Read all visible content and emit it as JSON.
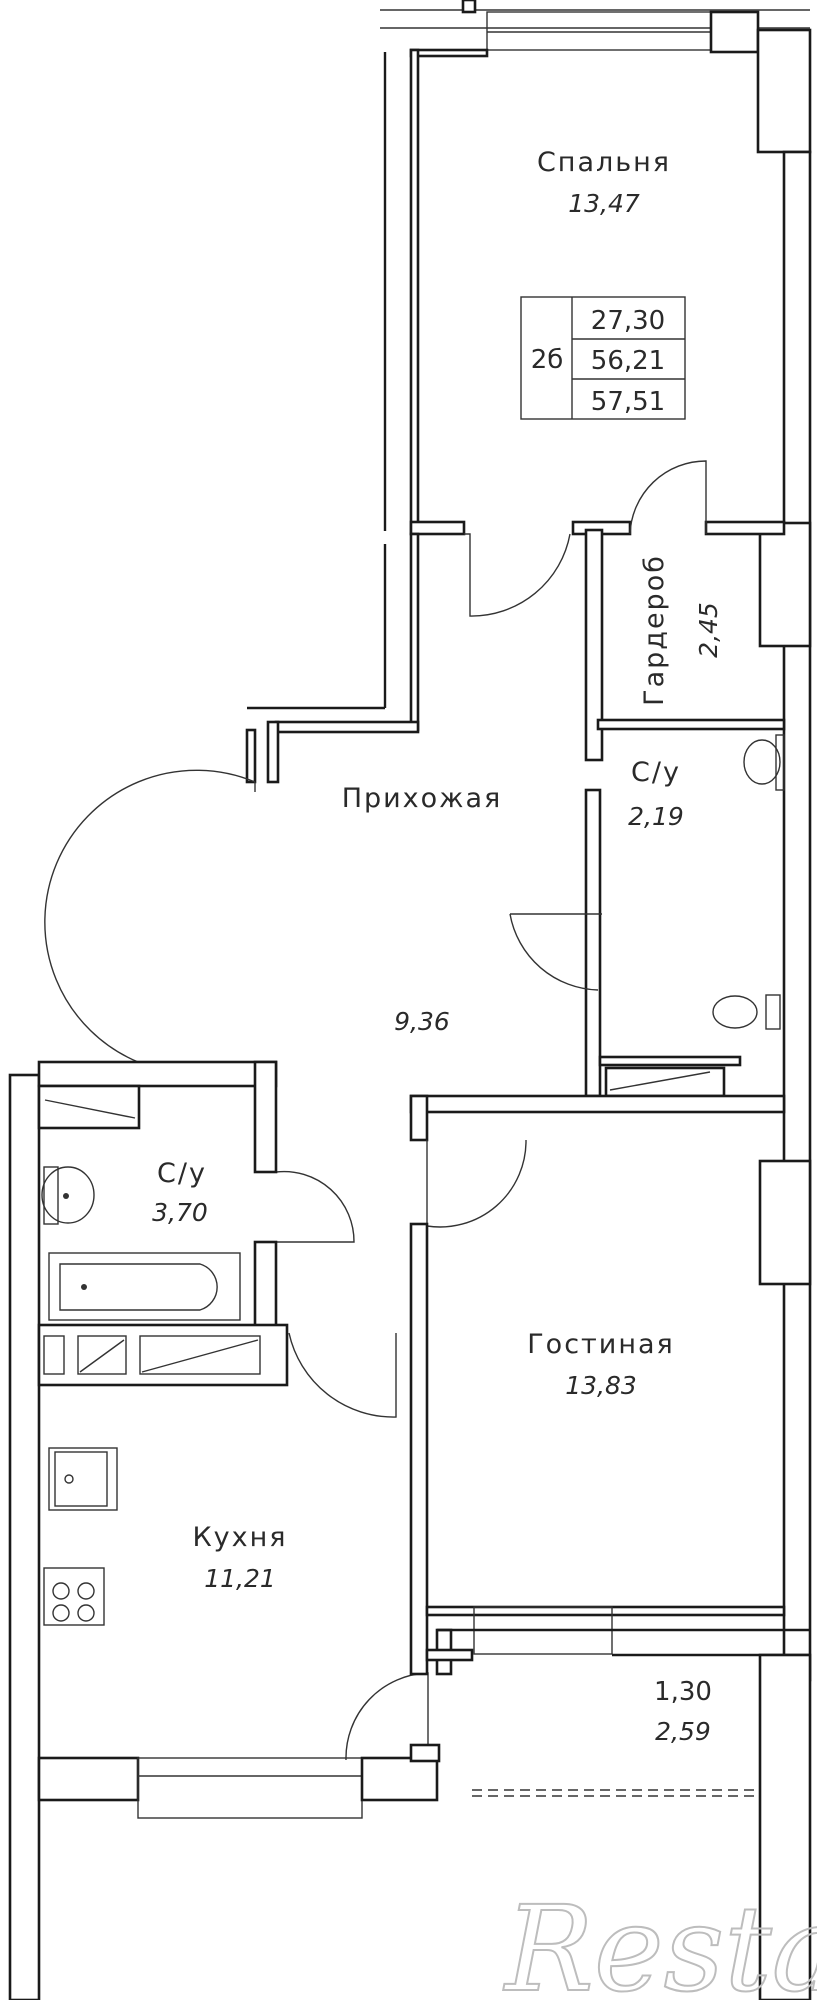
{
  "rooms": {
    "bedroom": {
      "name": "Спальня",
      "area": "13,47"
    },
    "wardrobe": {
      "name": "Гардероб",
      "area": "2,45"
    },
    "wc_small": {
      "name": "С/у",
      "area": "2,19"
    },
    "hallway": {
      "name": "Прихожая",
      "area": "9,36"
    },
    "bathroom": {
      "name": "С/у",
      "area": "3,70"
    },
    "living": {
      "name": "Гостиная",
      "area": "13,83"
    },
    "kitchen": {
      "name": "Кухня",
      "area": "11,21"
    },
    "balcony": {
      "coef": "1,30",
      "area": "2,59"
    }
  },
  "summary": {
    "type": "2б",
    "living_area": "27,30",
    "total_area": "56,21",
    "total_with_balcony": "57,51"
  },
  "watermark": "Restate"
}
